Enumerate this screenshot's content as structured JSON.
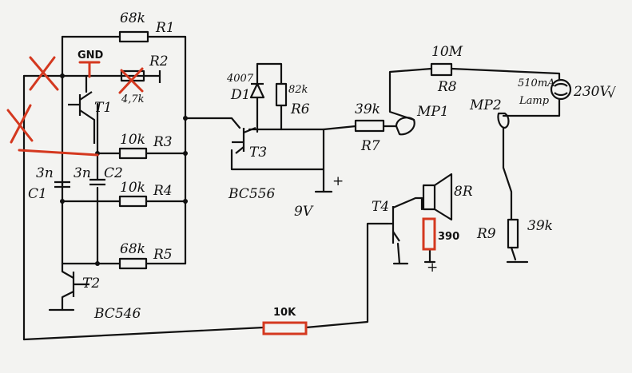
{
  "labels": {
    "r1_value": "68k",
    "r1_name": "R1",
    "r2_name": "R2",
    "r2_value": "4,7k",
    "gnd": "GND",
    "t1": "T1",
    "t2": "T2",
    "t3": "T3",
    "t4": "T4",
    "t2_type": "BC546",
    "t3_type": "BC556",
    "c1_value": "3n",
    "c1_name": "C1",
    "c2_value": "3n",
    "c2_name": "C2",
    "r3_value": "10k",
    "r3_name": "R3",
    "r4_value": "10k",
    "r4_name": "R4",
    "r5_value": "68k",
    "r5_name": "R5",
    "d1_type": "4007",
    "d1_name": "D1",
    "r6_value": "82k",
    "r6_name": "R6",
    "supply": "9V",
    "r7_value": "39k",
    "r7_name": "R7",
    "mp1": "MP1",
    "mp2": "MP2",
    "r8_value": "10M",
    "r8_name": "R8",
    "bulb_rating": "510mA",
    "bulb_type": "Lamp",
    "bulb_voltage": "230V",
    "speaker_value": "8R",
    "r_390": "390",
    "r9_name": "R9",
    "r9_value": "39k",
    "r_10k": "10K"
  },
  "colors": {
    "ink": "#111111",
    "edit": "#d4381f",
    "paper": "#f3f3f1"
  }
}
